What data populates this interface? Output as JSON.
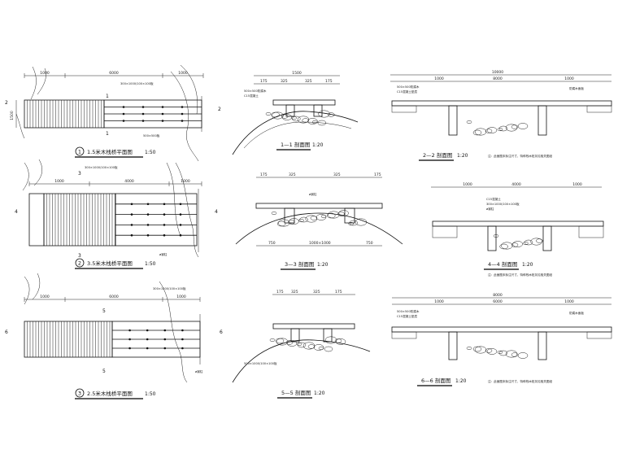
{
  "plans": [
    {
      "num": "1",
      "title": "1.5米木栈桥平面图",
      "scale": "1:50",
      "dims": [
        "1000",
        "6000",
        "1000"
      ],
      "note": "300×1000/100×100板",
      "section_cut": "1"
    },
    {
      "num": "2",
      "title": "3.5米木栈桥平面图",
      "scale": "1:50",
      "dims": [
        "1000",
        "4000",
        "1000"
      ],
      "note": "300×1000/100×100板",
      "section_cut": "3"
    },
    {
      "num": "3",
      "title": "2.5米木栈桥平面图",
      "scale": "1:50",
      "dims": [
        "1000",
        "6000",
        "1000"
      ],
      "note": "300×1000/100×100板",
      "section_cut": "5"
    }
  ],
  "short_sections": [
    {
      "title": "1—1 剖面图",
      "scale": "1:20",
      "dims": [
        "1500",
        "325",
        "325",
        "175"
      ]
    },
    {
      "title": "3—3 剖面图",
      "scale": "1:20",
      "dims": [
        "175",
        "325",
        "325",
        "175"
      ]
    },
    {
      "title": "5—5 剖面图",
      "scale": "1:20",
      "dims": [
        "175",
        "325",
        "325",
        "175"
      ]
    }
  ],
  "long_sections": [
    {
      "title": "2—2 剖面图",
      "scale": "1:20",
      "dims": [
        "1000",
        "8000",
        "1000"
      ],
      "note": "注：此面图未标注尺寸，特种栈木桩另见相关图纸"
    },
    {
      "title": "4—4 剖面图",
      "scale": "1:20",
      "dims": [
        "1000",
        "4000",
        "1000"
      ],
      "note": "注：此面图未标注尺寸，特种栈木桩另见相关图纸"
    },
    {
      "title": "6—6 剖面图",
      "scale": "1:20",
      "dims": [
        "1000",
        "6000",
        "1000"
      ],
      "note": "注：此面图未标注尺寸，特种栈木桩另见相关图纸"
    }
  ]
}
